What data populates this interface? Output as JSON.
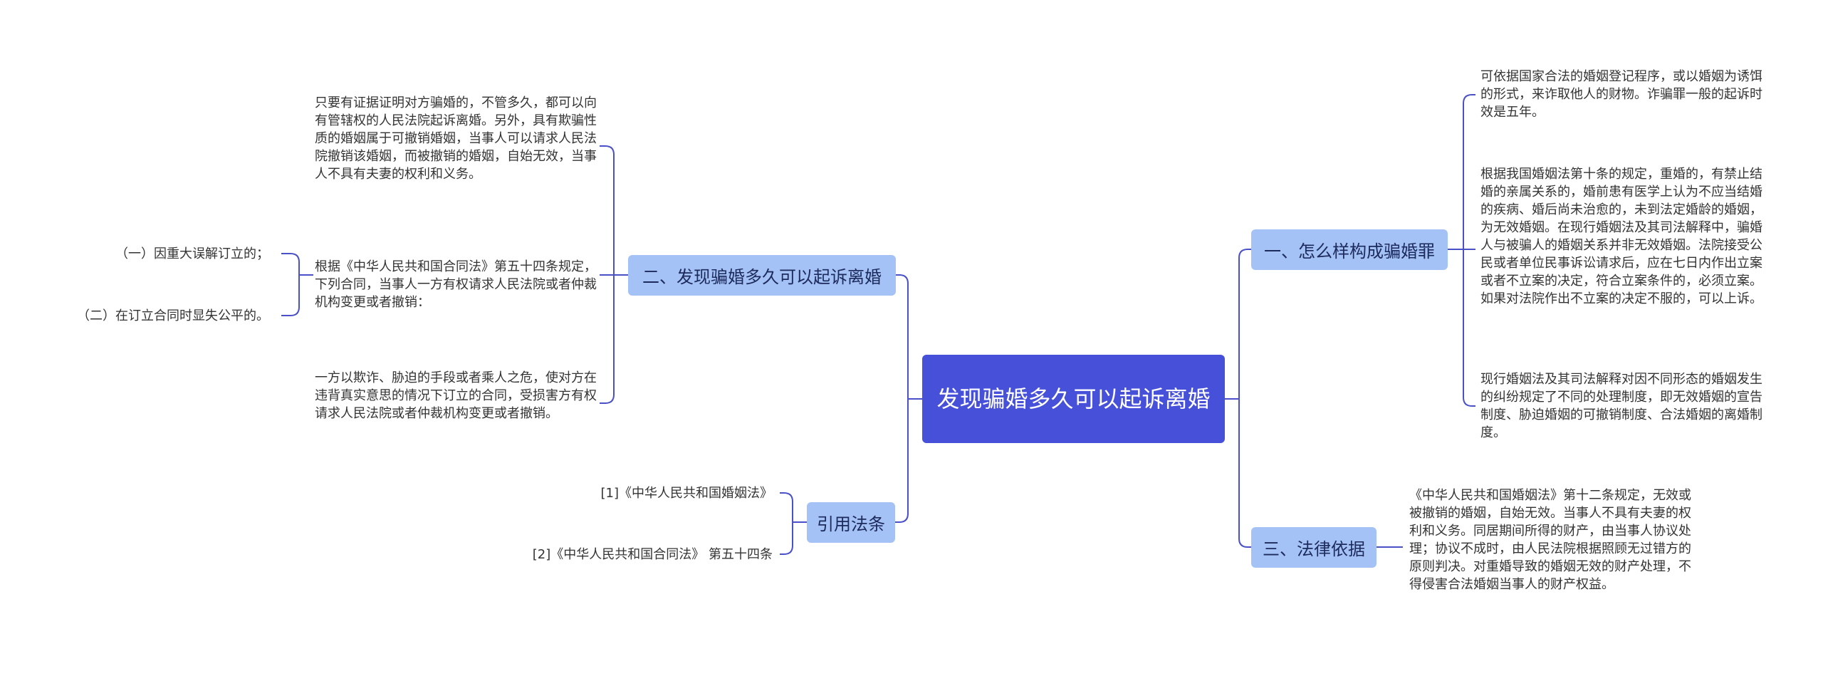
{
  "root": {
    "title": "发现骗婚多久可以起诉离婚"
  },
  "branches": {
    "b1": "一、怎么样构成骗婚罪",
    "b2": "二、发现骗婚多久可以起诉离婚",
    "b3": "三、法律依据",
    "b4": "引用法条"
  },
  "leaves": {
    "b1_1": "可依据国家合法的婚姻登记程序，或以婚姻为诱饵的形式，来诈取他人的财物。诈骗罪一般的起诉时效是五年。",
    "b1_2": "根据我国婚姻法第十条的规定，重婚的，有禁止结婚的亲属关系的，婚前患有医学上认为不应当结婚的疾病、婚后尚未治愈的，未到法定婚龄的婚姻，为无效婚姻。在现行婚姻法及其司法解释中，骗婚人与被骗人的婚姻关系并非无效婚姻。法院接受公民或者单位民事诉讼请求后，应在七日内作出立案或者不立案的决定，符合立案条件的，必须立案。如果对法院作出不立案的决定不服的，可以上诉。",
    "b1_3": "现行婚姻法及其司法解释对因不同形态的婚姻发生的纠纷规定了不同的处理制度，即无效婚姻的宣告制度、胁迫婚姻的可撤销制度、合法婚姻的离婚制度。",
    "b2_1": "只要有证据证明对方骗婚的，不管多久，都可以向有管辖权的人民法院起诉离婚。另外，具有欺骗性质的婚姻属于可撤销婚姻，当事人可以请求人民法院撤销该婚姻，而被撤销的婚姻，自始无效，当事人不具有夫妻的权利和义务。",
    "b2_2": "根据《中华人民共和国合同法》第五十四条规定，下列合同，当事人一方有权请求人民法院或者仲裁机构变更或者撤销：",
    "b2_2_1": "（一）因重大误解订立的；",
    "b2_2_2": "（二）在订立合同时显失公平的。",
    "b2_3": "一方以欺诈、胁迫的手段或者乘人之危，使对方在违背真实意思的情况下订立的合同，受损害方有权请求人民法院或者仲裁机构变更或者撤销。",
    "b3_1": "《中华人民共和国婚姻法》第十二条规定，无效或被撤销的婚姻，自始无效。当事人不具有夫妻的权利和义务。同居期间所得的财产，由当事人协议处理；协议不成时，由人民法院根据照顾无过错方的原则判决。对重婚导致的婚姻无效的财产处理，不得侵害合法婚姻当事人的财产权益。",
    "b4_1": "[1]《中华人民共和国婚姻法》",
    "b4_2": "[2]《中华人民共和国合同法》 第五十四条"
  },
  "colors": {
    "root": "#4650d8",
    "branch": "#a4c2f6",
    "line": "#4a50c8"
  }
}
